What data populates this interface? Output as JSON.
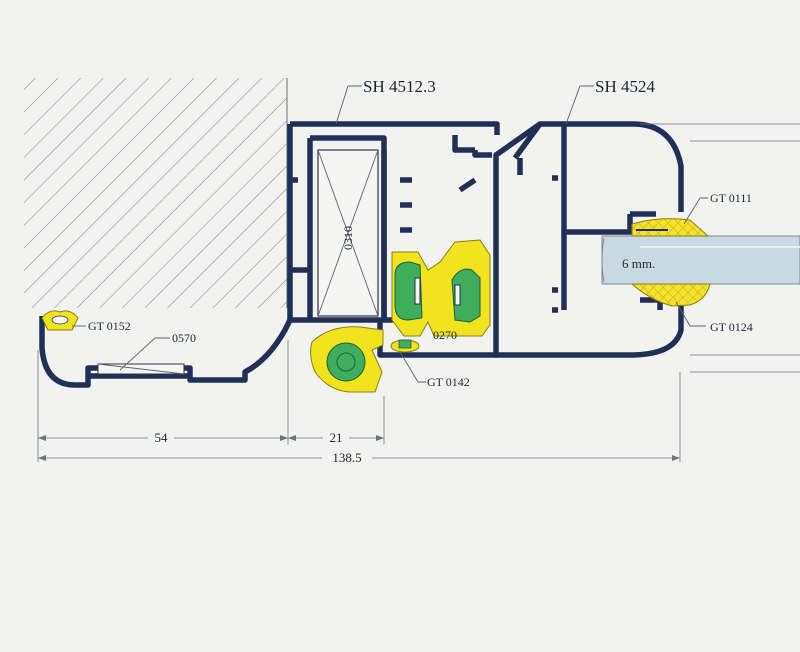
{
  "profiles": {
    "sash": "SH 4512.3",
    "frame": "SH 4524"
  },
  "parts": {
    "gasket_top_right": "GT 0111",
    "gasket_bottom_right": "GT 0124",
    "gasket_left": "GT 0152",
    "gasket_bottom_center": "GT 0142",
    "insert_left": "0570",
    "insert_vertical": "0310",
    "insert_center": "0270"
  },
  "glass": {
    "thickness": "6 mm."
  },
  "dimensions": {
    "d1": "54",
    "d2": "21",
    "total": "138.5"
  },
  "colors": {
    "background": "#f2f2f0",
    "profile": "#1f2f55",
    "gasket_yellow": "#f2e31f",
    "insulator_green": "#3fae5c",
    "glass": "#c9d9e2"
  }
}
